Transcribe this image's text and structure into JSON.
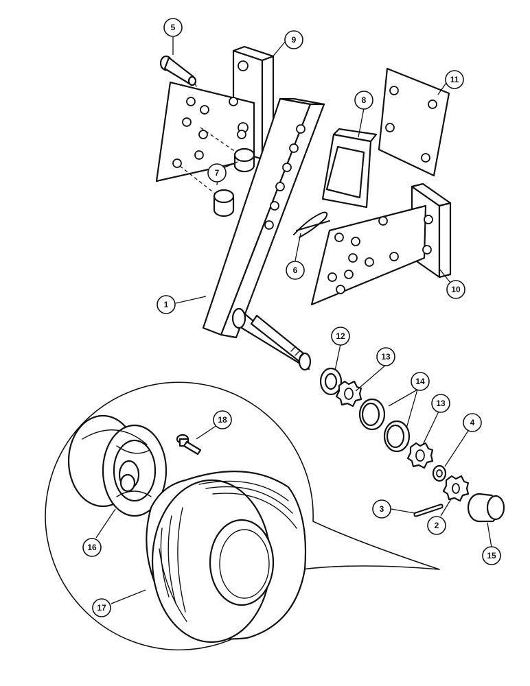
{
  "callouts": [
    {
      "id": "c1",
      "text": "1"
    },
    {
      "id": "c2",
      "text": "2"
    },
    {
      "id": "c3",
      "text": "3"
    },
    {
      "id": "c4",
      "text": "4"
    },
    {
      "id": "c5",
      "text": "5"
    },
    {
      "id": "c6",
      "text": "6"
    },
    {
      "id": "c7",
      "text": "7"
    },
    {
      "id": "c8",
      "text": "8"
    },
    {
      "id": "c9",
      "text": "9"
    },
    {
      "id": "c10",
      "text": "10"
    },
    {
      "id": "c11",
      "text": "11"
    },
    {
      "id": "c12",
      "text": "12"
    },
    {
      "id": "c13a",
      "text": "13"
    },
    {
      "id": "c13b",
      "text": "13"
    },
    {
      "id": "c14",
      "text": "14"
    },
    {
      "id": "c15",
      "text": "15"
    },
    {
      "id": "c16",
      "text": "16"
    },
    {
      "id": "c17",
      "text": "17"
    },
    {
      "id": "c18",
      "text": "18"
    }
  ]
}
